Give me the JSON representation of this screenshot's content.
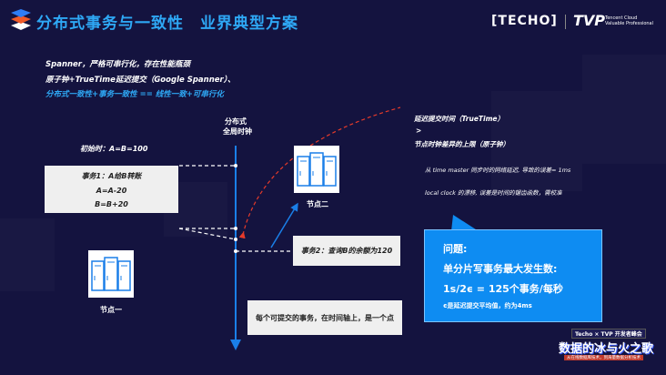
{
  "header": {
    "title": "分布式事务与一致性　业界典型方案",
    "logo_techo": "[TECHO]",
    "logo_tvp": "TVP",
    "logo_tvp_sub1": "Tencent Cloud",
    "logo_tvp_sub2": "Valuable Professional"
  },
  "intro": [
    "Spanner，严格可串行化，存在性能瓶颈",
    "原子钟+TrueTime延迟提交（Google Spanner）、",
    "分布式一致性+事务一致性 == 线性一致+可串行化"
  ],
  "diagram": {
    "axis_label_1": "分布式",
    "axis_label_2": "全局时钟",
    "initial": "初始时：A=B=100",
    "tx1": [
      "事务1：A给B转账",
      "A=A-20",
      "B=B+20"
    ],
    "tx2": "事务2：查询B的余额为120",
    "note": "每个可提交的事务，在时间轴上，是一个点",
    "node1": "节点一",
    "node2": "节点二"
  },
  "right": {
    "l1": "延迟提交时间（TrueTime）",
    "l2": ">",
    "l3": "节点时钟差异的上限（原子钟）",
    "l4": "从 time master 同步时的网络延迟, 导致的误差= 1ms",
    "l5": "local clock 的漂移, 误差是时间的锯齿函数，需校准"
  },
  "callout": {
    "q": "问题:",
    "l1": "单分片写事务最大发生数:",
    "l2": "1s/2ϵ = 125个事务/每秒",
    "l3": "ϵ是延迟提交平均值，约为4ms"
  },
  "footer": {
    "brand": "Techo × TVP 开发者峰会",
    "headline": "数据的冰与火之歌",
    "sub": "从在线数据库技术，到海量数据分析技术"
  },
  "colors": {
    "bg": "#14133f",
    "accent": "#2ea8f5",
    "callout": "#0e8cf2",
    "red": "#e53a2a"
  }
}
